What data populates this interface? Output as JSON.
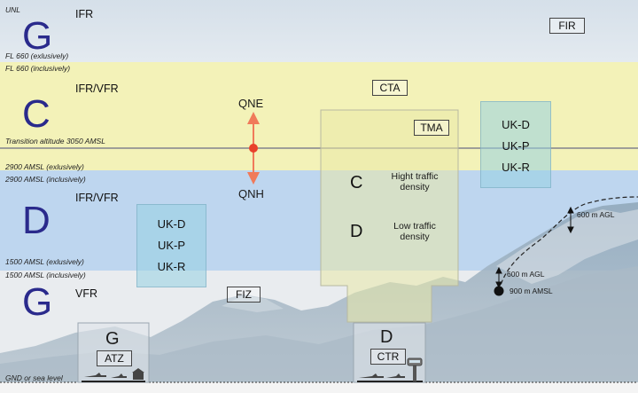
{
  "labels": {
    "unl": "UNL",
    "fl660_ex": "FL 660 (exlusively)",
    "fl660_in": "FL 660 (inclusively)",
    "transition": "Transition altitude 3050 AMSL",
    "a2900_ex": "2900 AMSL (exlusively)",
    "a2900_in": "2900 AMSL (inclusively)",
    "a1500_ex": "1500 AMSL (exlusively)",
    "a1500_in": "1500 AMSL (inclusively)",
    "gnd": "GND or sea level"
  },
  "classes": {
    "g_top": {
      "letter": "G",
      "rules": "IFR"
    },
    "c": {
      "letter": "C",
      "rules": "IFR/VFR"
    },
    "d": {
      "letter": "D",
      "rules": "IFR/VFR"
    },
    "g_bottom": {
      "letter": "G",
      "rules": "VFR"
    }
  },
  "boxes": {
    "fir": "FIR",
    "cta": "CTA",
    "tma": "TMA",
    "fiz": "FIZ",
    "atz": "ATZ",
    "ctr": "CTR"
  },
  "uk_right": [
    "UK-D",
    "UK-P",
    "UK-R"
  ],
  "uk_left": [
    "UK-D",
    "UK-P",
    "UK-R"
  ],
  "qne": "QNE",
  "qnh": "QNH",
  "tma_content": {
    "c_letter": "C",
    "c_text1": "Hight traffic",
    "c_text2": "density",
    "d_letter": "D",
    "d_text1": "Low traffic",
    "d_text2": "density"
  },
  "atz_letter": "G",
  "ctr_letter": "D",
  "agl_upper": "600 m AGL",
  "agl_lower": "600 m AGL",
  "amsl_point": "900 m AMSL",
  "colors": {
    "band_g_top": "#dde6ee",
    "band_c": "#f3f2b8",
    "band_d": "#bed6ef",
    "band_g_bottom": "#e9ecef",
    "class_letter": "#2a2a8c",
    "arrow": "#f07a5a"
  }
}
